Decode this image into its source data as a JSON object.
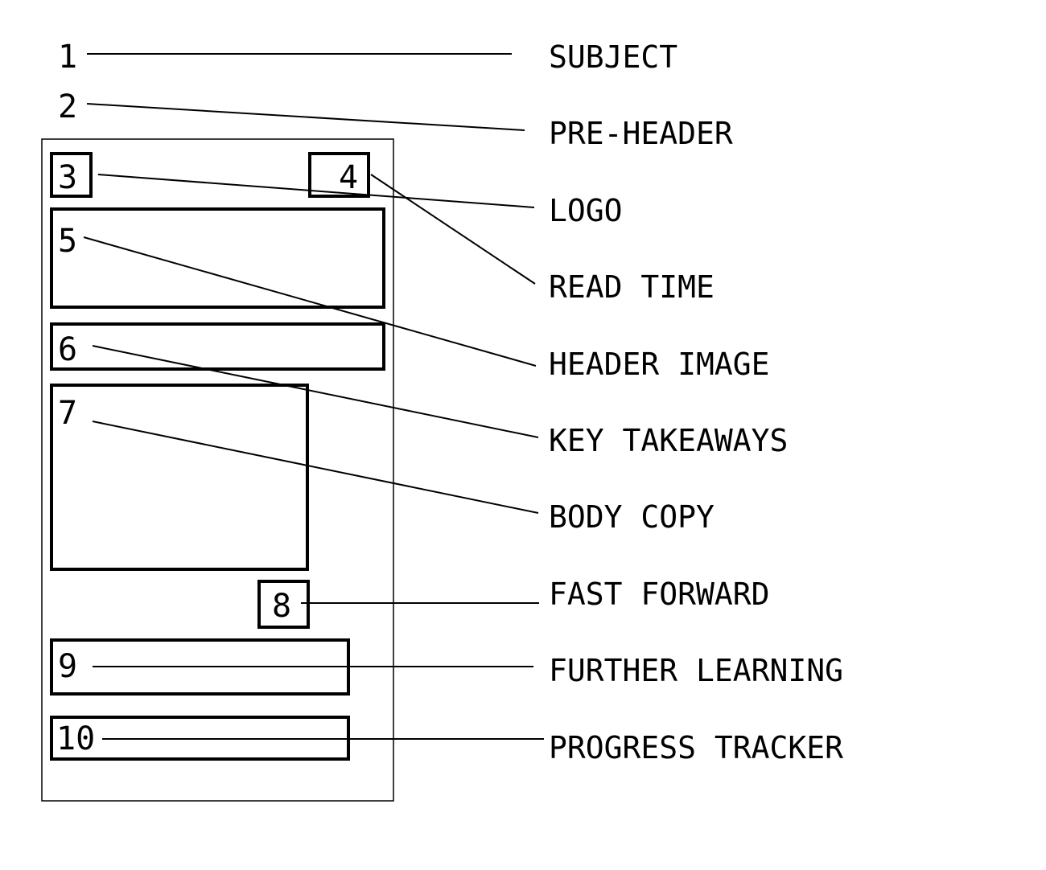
{
  "diagram": {
    "title": "Email wireframe anatomy",
    "callouts": [
      {
        "number": "1",
        "label": "SUBJECT"
      },
      {
        "number": "2",
        "label": "PRE-HEADER"
      },
      {
        "number": "3",
        "label": "LOGO"
      },
      {
        "number": "4",
        "label": "READ TIME"
      },
      {
        "number": "5",
        "label": "HEADER IMAGE"
      },
      {
        "number": "6",
        "label": "KEY TAKEAWAYS"
      },
      {
        "number": "7",
        "label": "BODY COPY"
      },
      {
        "number": "8",
        "label": "FAST FORWARD"
      },
      {
        "number": "9",
        "label": "FURTHER LEARNING"
      },
      {
        "number": "10",
        "label": "PROGRESS TRACKER"
      }
    ],
    "colors": {
      "stroke": "#000000",
      "background": "#ffffff"
    }
  }
}
